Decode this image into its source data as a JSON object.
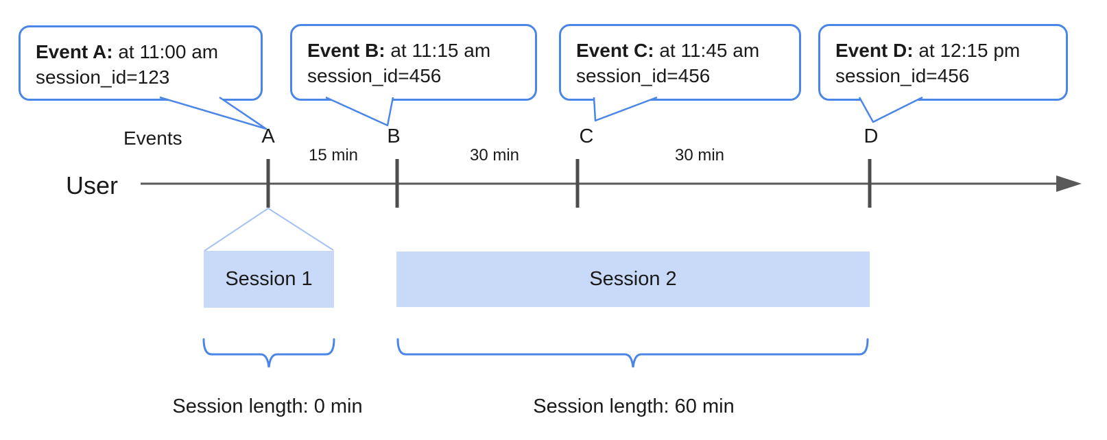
{
  "colors": {
    "accent": "#4a86e8",
    "session_fill": "#c9daf8",
    "funnel": "#a4c2f4",
    "axis": "#595959",
    "tick": "#4d4d4d",
    "text": "#1a1a1a"
  },
  "axis": {
    "events_label": "Events",
    "user_label": "User"
  },
  "callouts": [
    {
      "event": "Event A:",
      "time": " at 11:00 am",
      "session_id": "session_id=123",
      "marker": "A"
    },
    {
      "event": "Event B:",
      "time": " at 11:15 am",
      "session_id": "session_id=456",
      "marker": "B"
    },
    {
      "event": "Event C:",
      "time": " at 11:45 am",
      "session_id": "session_id=456",
      "marker": "C"
    },
    {
      "event": "Event D:",
      "time": " at 12:15 pm",
      "session_id": "session_id=456",
      "marker": "D"
    }
  ],
  "intervals": [
    "15 min",
    "30 min",
    "30 min"
  ],
  "sessions": [
    {
      "label": "Session 1",
      "caption": "Session length: 0 min"
    },
    {
      "label": "Session 2",
      "caption": "Session length: 60 min"
    }
  ]
}
